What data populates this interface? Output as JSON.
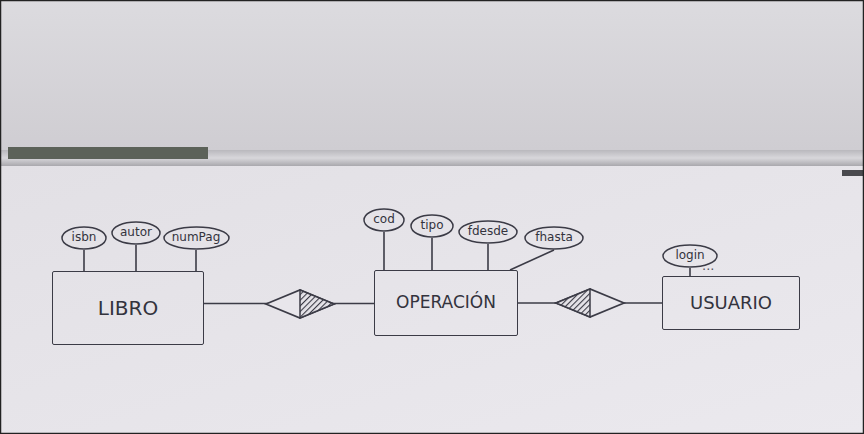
{
  "diagram": {
    "nodes": [
      {
        "text": [
          "isbn"
        ]
      },
      {
        "text": [
          "autor"
        ]
      },
      {
        "text": [
          "numPag"
        ]
      },
      {
        "text": [
          "cod"
        ]
      },
      {
        "text": [
          "tipo"
        ]
      },
      {
        "text": [
          "fdesde"
        ]
      },
      {
        "text": [
          "fhasta"
        ]
      },
      {
        "text": [
          "login"
        ]
      },
      {
        "text": [
          "LIBRO"
        ]
      },
      {
        "text": [
          "OPERACIÓN"
        ]
      },
      {
        "text": [
          "USUARIO"
        ]
      }
    ],
    "edges": [
      {
        "from": 8,
        "to": 0,
        "arrow": "none"
      },
      {
        "from": 8,
        "to": 1,
        "arrow": "none"
      },
      {
        "from": 8,
        "to": 2,
        "arrow": "none"
      },
      {
        "from": 9,
        "to": 3,
        "arrow": "none"
      },
      {
        "from": 9,
        "to": 4,
        "arrow": "none"
      },
      {
        "from": 9,
        "to": 5,
        "arrow": "none"
      },
      {
        "from": 9,
        "to": 6,
        "arrow": "none"
      },
      {
        "from": 10,
        "to": 7,
        "arrow": "none"
      },
      {
        "from": 8,
        "to": 9,
        "arrow": "none"
      },
      {
        "from": 9,
        "to": 10,
        "arrow": "none"
      }
    ],
    "labels": [
      "..."
    ]
  }
}
